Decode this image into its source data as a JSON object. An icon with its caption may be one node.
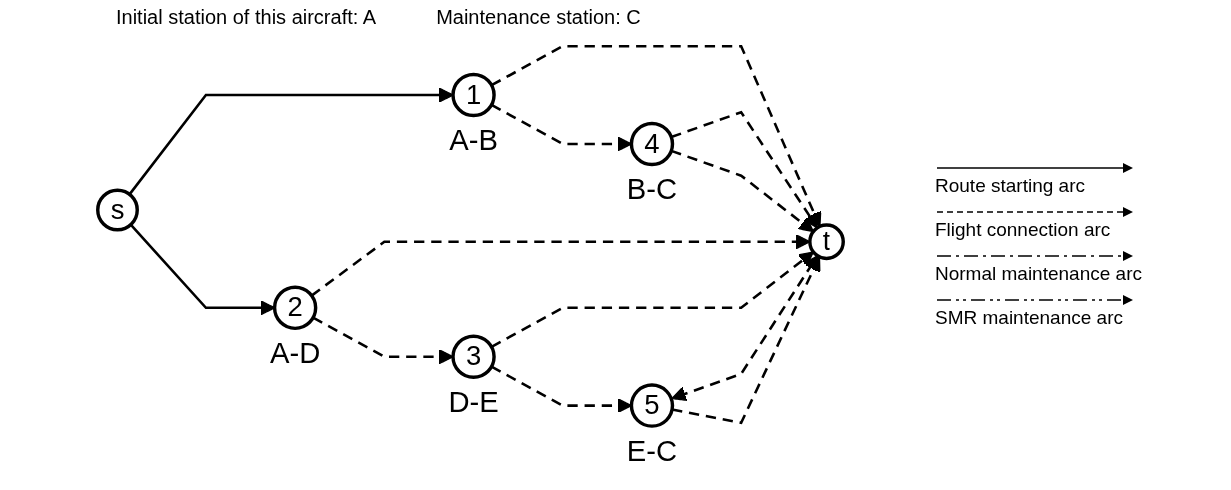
{
  "diagram": {
    "nodes": [
      {
        "text": [
          "s"
        ]
      },
      {
        "text": [
          "1"
        ],
        "beside": [
          "A-B"
        ]
      },
      {
        "text": [
          "2"
        ],
        "beside": [
          "A-D"
        ]
      },
      {
        "text": [
          "3"
        ],
        "beside": [
          "D-E"
        ]
      },
      {
        "text": [
          "4"
        ],
        "beside": [
          "B-C"
        ]
      },
      {
        "text": [
          "5"
        ],
        "beside": [
          "E-C"
        ]
      },
      {
        "text": [
          "t"
        ]
      }
    ],
    "edges": [
      {
        "from": 0,
        "to": 1,
        "arrow": "to"
      },
      {
        "from": 0,
        "to": 2,
        "arrow": "to"
      },
      {
        "from": 1,
        "to": 4,
        "arrow": "to",
        "style": "dashed"
      },
      {
        "from": 1,
        "to": 6,
        "arrow": "to",
        "style": "dashed"
      },
      {
        "from": 4,
        "to": 6,
        "arrow": "to",
        "style": "dashed"
      },
      {
        "from": 4,
        "to": 6,
        "arrow": "to",
        "style": "dashed"
      },
      {
        "from": 2,
        "to": 6,
        "arrow": "to",
        "style": "dashed"
      },
      {
        "from": 2,
        "to": 3,
        "arrow": "to",
        "style": "dashed"
      },
      {
        "from": 3,
        "to": 6,
        "arrow": "to",
        "style": "dashed"
      },
      {
        "from": 3,
        "to": 5,
        "arrow": "to",
        "style": "dashed"
      },
      {
        "from": 5,
        "to": 6,
        "arrow": "both",
        "style": "dashed"
      },
      {
        "from": 5,
        "to": 6,
        "arrow": "to",
        "style": "dashed"
      }
    ],
    "labels": [
      "Initial station of this aircraft: A",
      "Maintenance station: C"
    ],
    "legend": [
      {
        "text": "Route starting arc"
      },
      {
        "text": "Flight connection arc"
      },
      {
        "text": "Normal maintenance arc"
      },
      {
        "text": "SMR maintenance arc"
      }
    ]
  }
}
